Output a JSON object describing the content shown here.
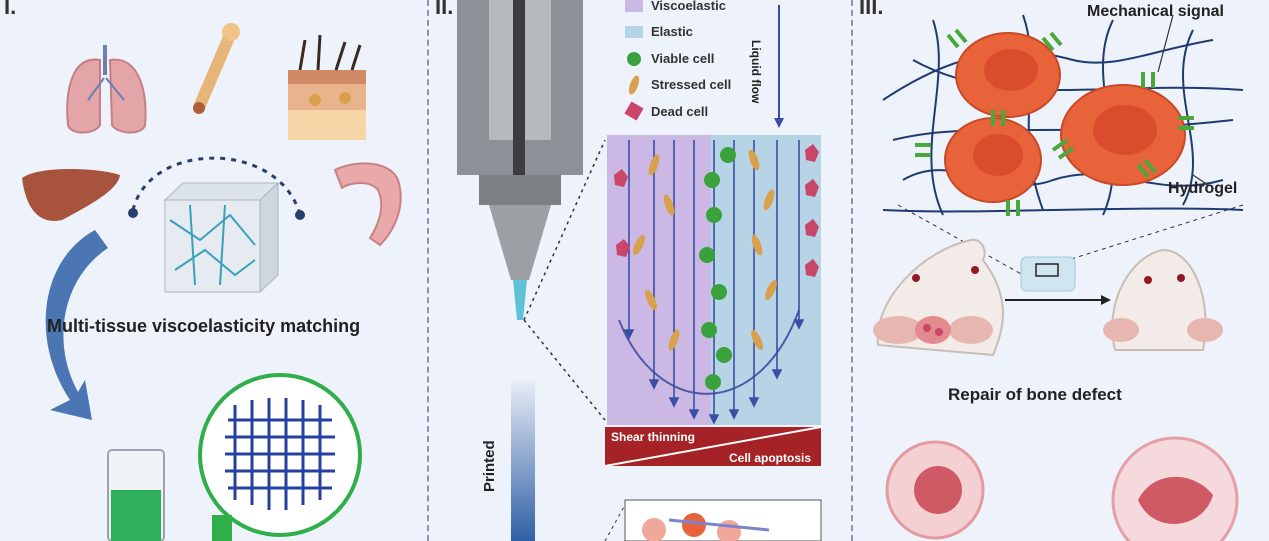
{
  "panels": {
    "p1": {
      "numeral": "I.",
      "caption": "Multi-tissue viscoelasticity matching"
    },
    "p2": {
      "numeral": "II.",
      "legend": [
        {
          "label": "Viscoelastic",
          "color": "#cbb8e4"
        },
        {
          "label": "Elastic",
          "color": "#b7d4e6"
        },
        {
          "label": "Viable cell",
          "color": "#3aa23c"
        },
        {
          "label": "Stressed cell",
          "color": "#d9a14b"
        },
        {
          "label": "Dead cell",
          "color": "#c9456a"
        }
      ],
      "flow_label": "Liquid flow",
      "bar_left": "Shear thinning",
      "bar_right": "Cell apoptosis",
      "printed_label": "Printed"
    },
    "p3": {
      "numeral": "III.",
      "mech_label": "Mechanical signal",
      "hydrogel_label": "Hydrogel",
      "repair_label": "Repair of bone defect"
    }
  },
  "colors": {
    "cell_orange": "#e8623a",
    "network_blue": "#1f3b73",
    "crosslink_green": "#4aa83a",
    "arrow_blue": "#2f5fa6",
    "bar_red": "#a52226"
  }
}
